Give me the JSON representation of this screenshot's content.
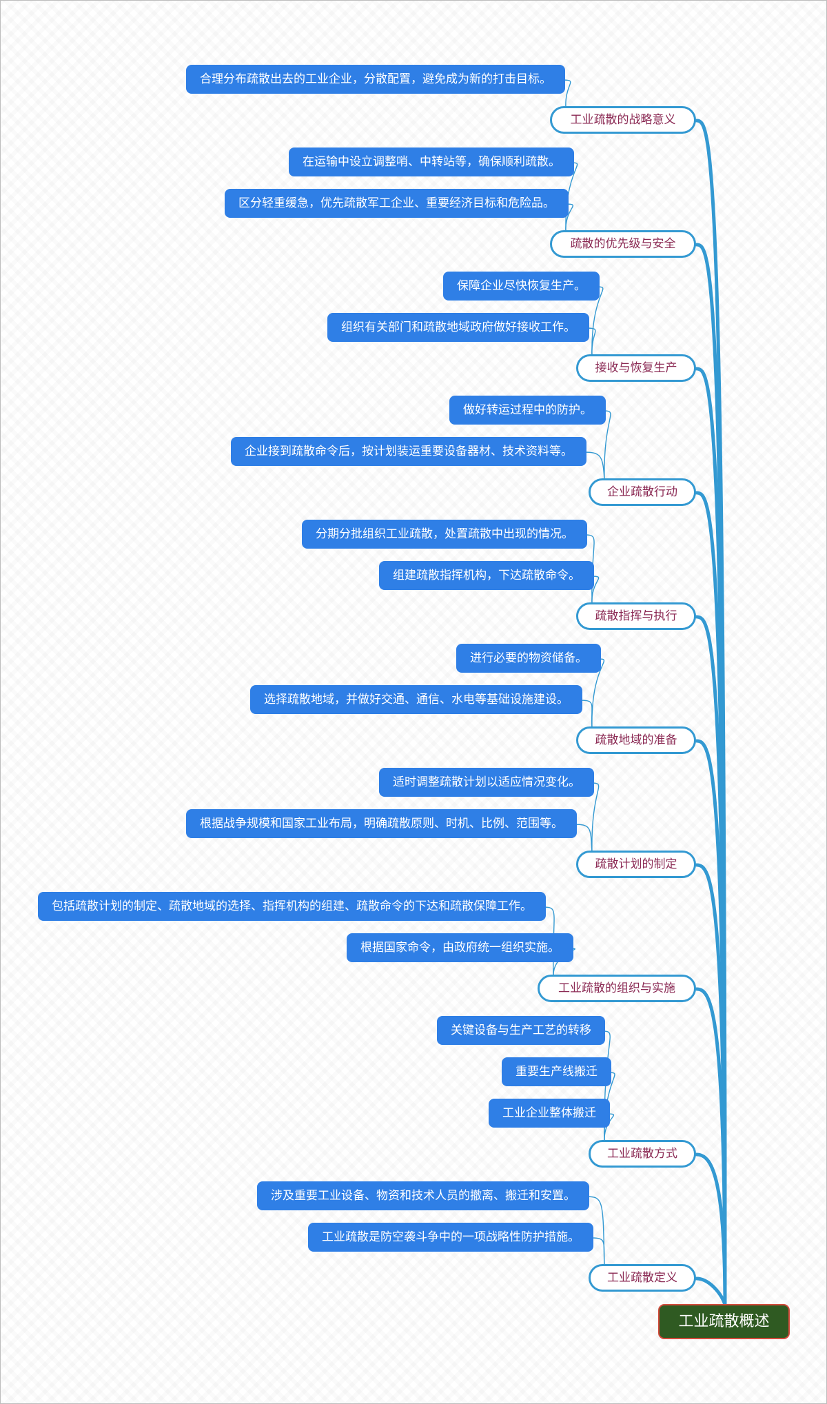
{
  "root": {
    "label": "工业疏散概述"
  },
  "colors": {
    "leaf": "#2f7fe6",
    "branch_border": "#3399d2",
    "branch_text": "#8b2a54",
    "root_fill": "#2f5a22",
    "root_border": "#d24a3b"
  },
  "branches": [
    {
      "label": "工业疏散的战略意义",
      "leaves": [
        "合理分布疏散出去的工业企业，分散配置，避免成为新的打击目标。"
      ]
    },
    {
      "label": "疏散的优先级与安全",
      "leaves": [
        "在运输中设立调整哨、中转站等，确保顺利疏散。",
        "区分轻重缓急，优先疏散军工企业、重要经济目标和危险品。"
      ]
    },
    {
      "label": "接收与恢复生产",
      "leaves": [
        "保障企业尽快恢复生产。",
        "组织有关部门和疏散地域政府做好接收工作。"
      ]
    },
    {
      "label": "企业疏散行动",
      "leaves": [
        "做好转运过程中的防护。",
        "企业接到疏散命令后，按计划装运重要设备器材、技术资料等。"
      ]
    },
    {
      "label": "疏散指挥与执行",
      "leaves": [
        "分期分批组织工业疏散，处置疏散中出现的情况。",
        "组建疏散指挥机构，下达疏散命令。"
      ]
    },
    {
      "label": "疏散地域的准备",
      "leaves": [
        "进行必要的物资储备。",
        "选择疏散地域，并做好交通、通信、水电等基础设施建设。"
      ]
    },
    {
      "label": "疏散计划的制定",
      "leaves": [
        "适时调整疏散计划以适应情况变化。",
        "根据战争规模和国家工业布局，明确疏散原则、时机、比例、范围等。"
      ]
    },
    {
      "label": "工业疏散的组织与实施",
      "leaves": [
        "包括疏散计划的制定、疏散地域的选择、指挥机构的组建、疏散命令的下达和疏散保障工作。",
        "根据国家命令，由政府统一组织实施。"
      ]
    },
    {
      "label": "工业疏散方式",
      "leaves": [
        "关键设备与生产工艺的转移",
        "重要生产线搬迁",
        "工业企业整体搬迁"
      ]
    },
    {
      "label": "工业疏散定义",
      "leaves": [
        "涉及重要工业设备、物资和技术人员的撤离、搬迁和安置。",
        "工业疏散是防空袭斗争中的一项战略性防护措施。"
      ]
    }
  ]
}
